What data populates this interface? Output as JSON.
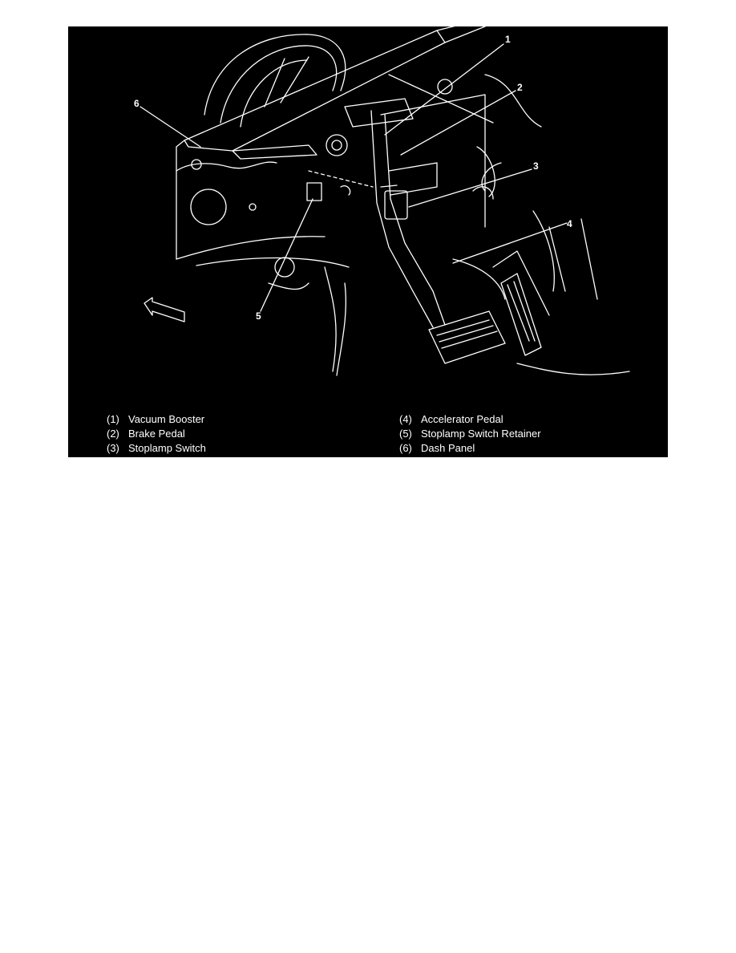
{
  "figure": {
    "callouts": [
      "1",
      "2",
      "3",
      "4",
      "5",
      "6"
    ],
    "legend": [
      {
        "num": "(1)",
        "label": "Vacuum Booster"
      },
      {
        "num": "(2)",
        "label": "Brake Pedal"
      },
      {
        "num": "(3)",
        "label": "Stoplamp Switch"
      },
      {
        "num": "(4)",
        "label": "Accelerator Pedal"
      },
      {
        "num": "(5)",
        "label": "Stoplamp Switch Retainer"
      },
      {
        "num": "(6)",
        "label": "Dash Panel"
      }
    ]
  },
  "colors": {
    "background": "#000000",
    "line": "#ffffff",
    "page": "#ffffff"
  }
}
